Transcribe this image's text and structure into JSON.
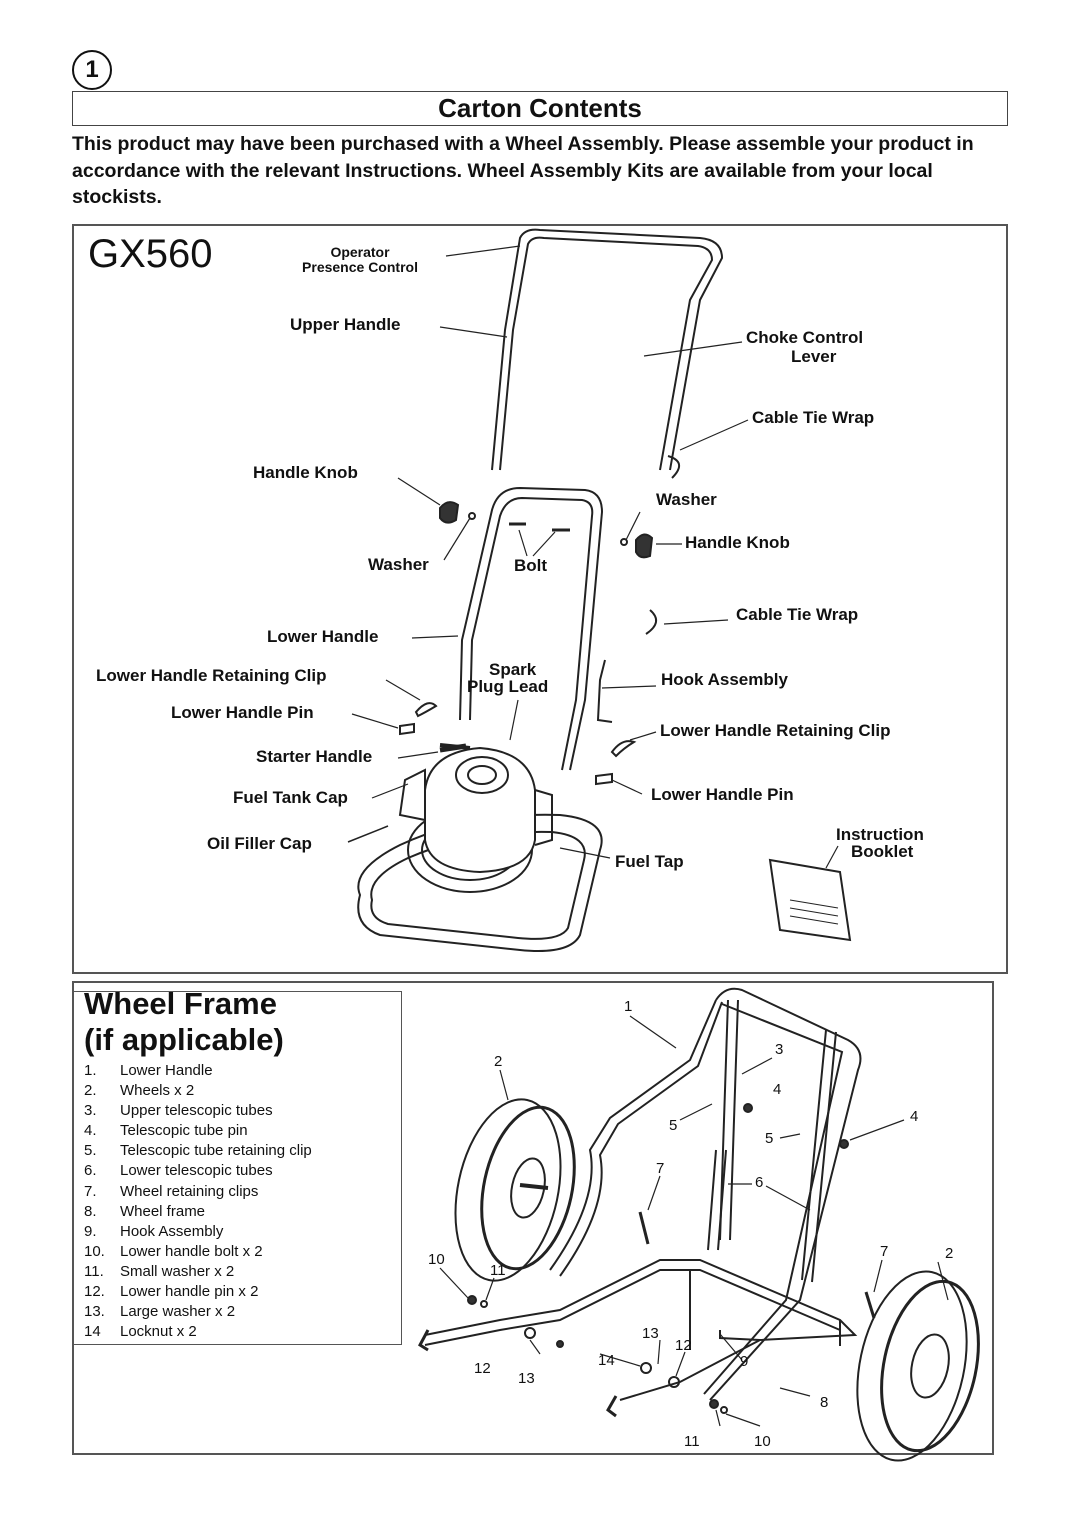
{
  "step_number": "1",
  "section_title": "Carton Contents",
  "intro_text": "This product may have been purchased with a Wheel Assembly.  Please assemble your product in accordance with the relevant Instructions.  Wheel Assembly Kits are available from your local stockists.",
  "model": "GX560",
  "labels": {
    "operator": "Operator",
    "presence_control": "Presence Control",
    "upper_handle": "Upper Handle",
    "choke_control": "Choke Control",
    "lever": "Lever",
    "cable_tie_wrap_1": "Cable Tie Wrap",
    "handle_knob_left": "Handle Knob",
    "washer_right": "Washer",
    "handle_knob_right": "Handle Knob",
    "washer_left": "Washer",
    "bolt": "Bolt",
    "cable_tie_wrap_2": "Cable Tie Wrap",
    "lower_handle": "Lower Handle",
    "spark": "Spark",
    "plug_lead": "Plug Lead",
    "lower_handle_retaining_clip_left": "Lower Handle Retaining Clip",
    "hook_assembly": "Hook Assembly",
    "lower_handle_pin_left": "Lower Handle Pin",
    "lower_handle_retaining_clip_right": "Lower Handle Retaining Clip",
    "starter_handle": "Starter Handle",
    "fuel_tank_cap": "Fuel Tank Cap",
    "lower_handle_pin_right": "Lower Handle Pin",
    "oil_filler_cap": "Oil Filler Cap",
    "instruction": "Instruction",
    "booklet": "Booklet",
    "fuel_tap": "Fuel Tap"
  },
  "wheel_frame": {
    "title_line1": "Wheel Frame",
    "title_line2": "(if applicable)",
    "parts": [
      {
        "num": "1.",
        "name": "Lower Handle"
      },
      {
        "num": "2.",
        "name": "Wheels x 2"
      },
      {
        "num": "3.",
        "name": "Upper telescopic tubes"
      },
      {
        "num": "4.",
        "name": "Telescopic tube pin"
      },
      {
        "num": "5.",
        "name": "Telescopic tube retaining clip"
      },
      {
        "num": "6.",
        "name": "Lower telescopic tubes"
      },
      {
        "num": "7.",
        "name": "Wheel retaining clips"
      },
      {
        "num": "8.",
        "name": "Wheel frame"
      },
      {
        "num": "9.",
        "name": "Hook Assembly"
      },
      {
        "num": "10.",
        "name": "Lower handle bolt x 2"
      },
      {
        "num": "11.",
        "name": "Small washer x 2"
      },
      {
        "num": "12.",
        "name": "Lower handle pin x 2"
      },
      {
        "num": "13.",
        "name": "Large washer x 2"
      },
      {
        "num": "14",
        "name": "Locknut x 2"
      }
    ],
    "callouts": [
      "1",
      "2",
      "3",
      "4",
      "4",
      "5",
      "5",
      "7",
      "6",
      "7",
      "2",
      "10",
      "11",
      "13",
      "12",
      "14",
      "9",
      "12",
      "13",
      "8",
      "11",
      "10"
    ]
  }
}
